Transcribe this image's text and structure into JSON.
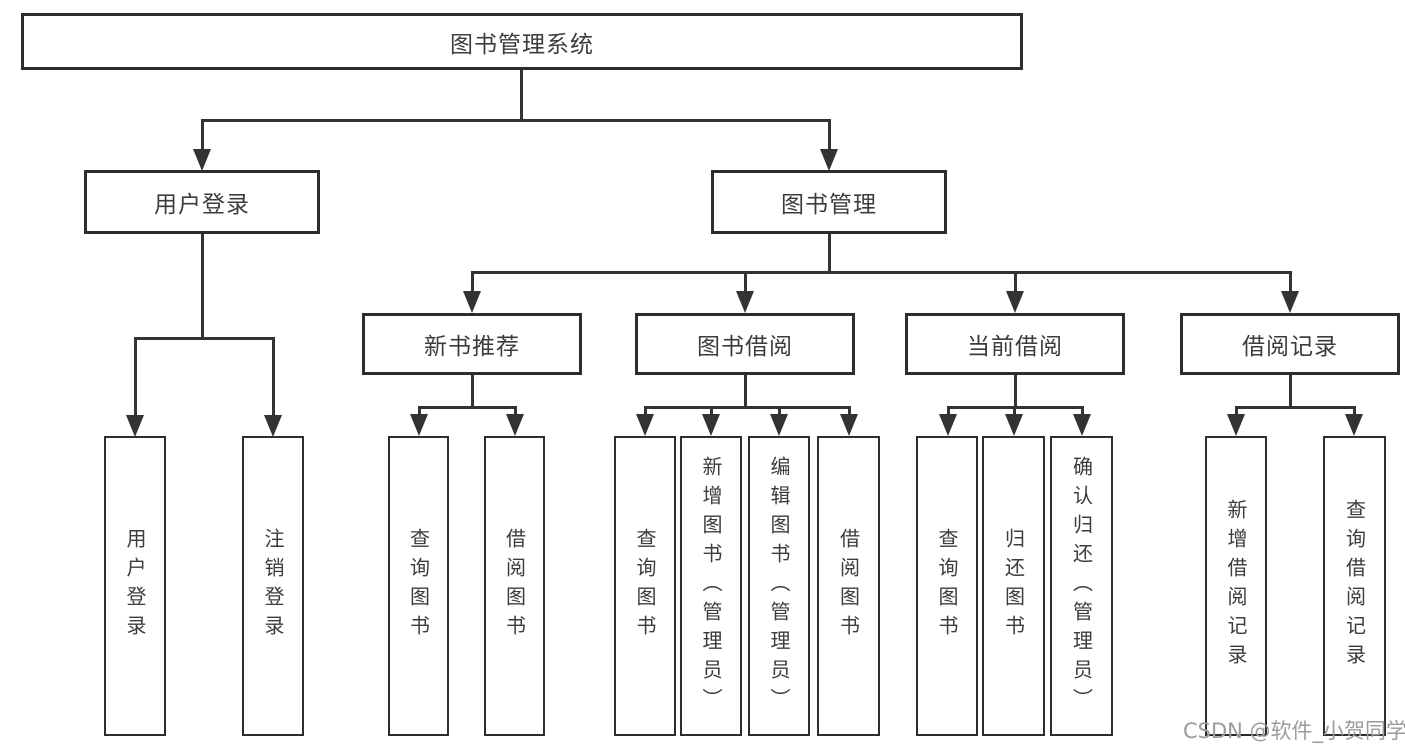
{
  "diagram": {
    "type": "tree",
    "colors": {
      "background": "#ffffff",
      "box_border": "#2d2d2d",
      "line": "#333333",
      "text": "#3c3c3c",
      "watermark": "#9c9c9c"
    },
    "root": {
      "label": "图书管理系统",
      "children": [
        {
          "label": "用户登录",
          "children": [
            {
              "label": "用户登录"
            },
            {
              "label": "注销登录"
            }
          ]
        },
        {
          "label": "图书管理",
          "children": [
            {
              "label": "新书推荐",
              "children": [
                {
                  "label": "查询图书"
                },
                {
                  "label": "借阅图书"
                }
              ]
            },
            {
              "label": "图书借阅",
              "children": [
                {
                  "label": "查询图书"
                },
                {
                  "label": "新增图书（管理员）"
                },
                {
                  "label": "编辑图书（管理员）"
                },
                {
                  "label": "借阅图书"
                }
              ]
            },
            {
              "label": "当前借阅",
              "children": [
                {
                  "label": "查询图书"
                },
                {
                  "label": "归还图书"
                },
                {
                  "label": "确认归还（管理员）"
                }
              ]
            },
            {
              "label": "借阅记录",
              "children": [
                {
                  "label": "新增借阅记录"
                },
                {
                  "label": "查询借阅记录"
                }
              ]
            }
          ]
        }
      ]
    }
  },
  "watermark": {
    "text": "CSDN @软件_小贺同学"
  }
}
